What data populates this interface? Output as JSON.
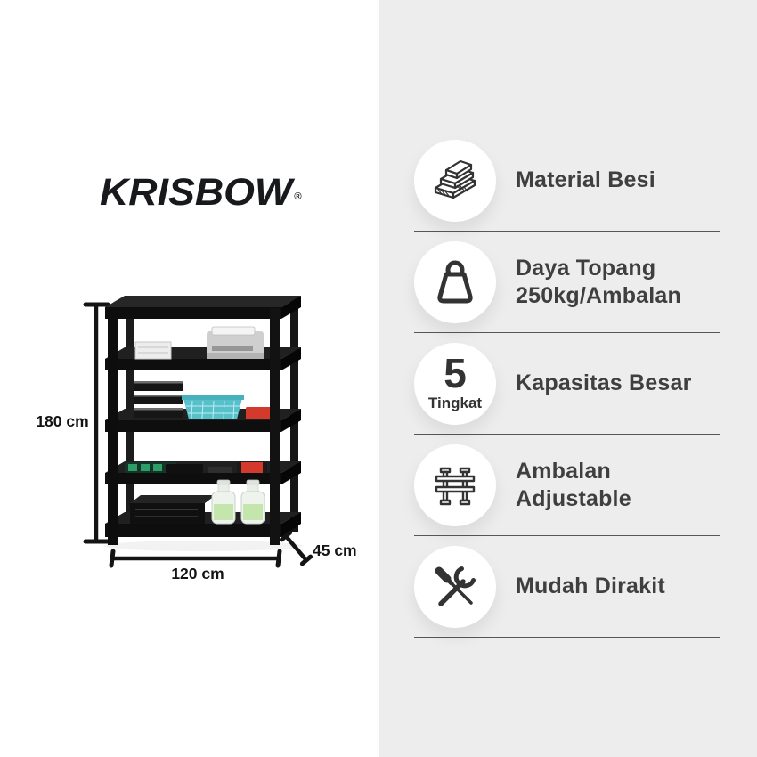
{
  "brand": {
    "name": "KRISBOW",
    "registered": "®"
  },
  "product_figure": {
    "dimensions": {
      "height": "180 cm",
      "width": "120 cm",
      "depth": "45 cm"
    },
    "description": "5-tier black metal boltless shelving rack with printer, trays, teal basket, tool kits, red tool case, audio device and two bottles on shelves"
  },
  "features": {
    "items": [
      {
        "icon": "steel-sheets-icon",
        "line1": "Material Besi",
        "line2": ""
      },
      {
        "icon": "weight-icon",
        "line1": "Daya Topang",
        "line2": "250kg/Ambalan"
      },
      {
        "icon": "five-tier-badge",
        "badge_value": "5",
        "badge_label": "Tingkat",
        "line1": "Kapasitas Besar",
        "line2": ""
      },
      {
        "icon": "shelf-rack-icon",
        "line1": "Ambalan Adjustable",
        "line2": ""
      },
      {
        "icon": "tools-icon",
        "line1": "Mudah Dirakit",
        "line2": ""
      }
    ]
  },
  "colors": {
    "panel_bg": "#ededed",
    "text": "#3f3f3f",
    "divider": "#575757",
    "rack_black": "#111111",
    "accent_red": "#d43a2c",
    "basket_teal": "#57c0ca",
    "bottle_label_green": "#c4e6ad"
  }
}
